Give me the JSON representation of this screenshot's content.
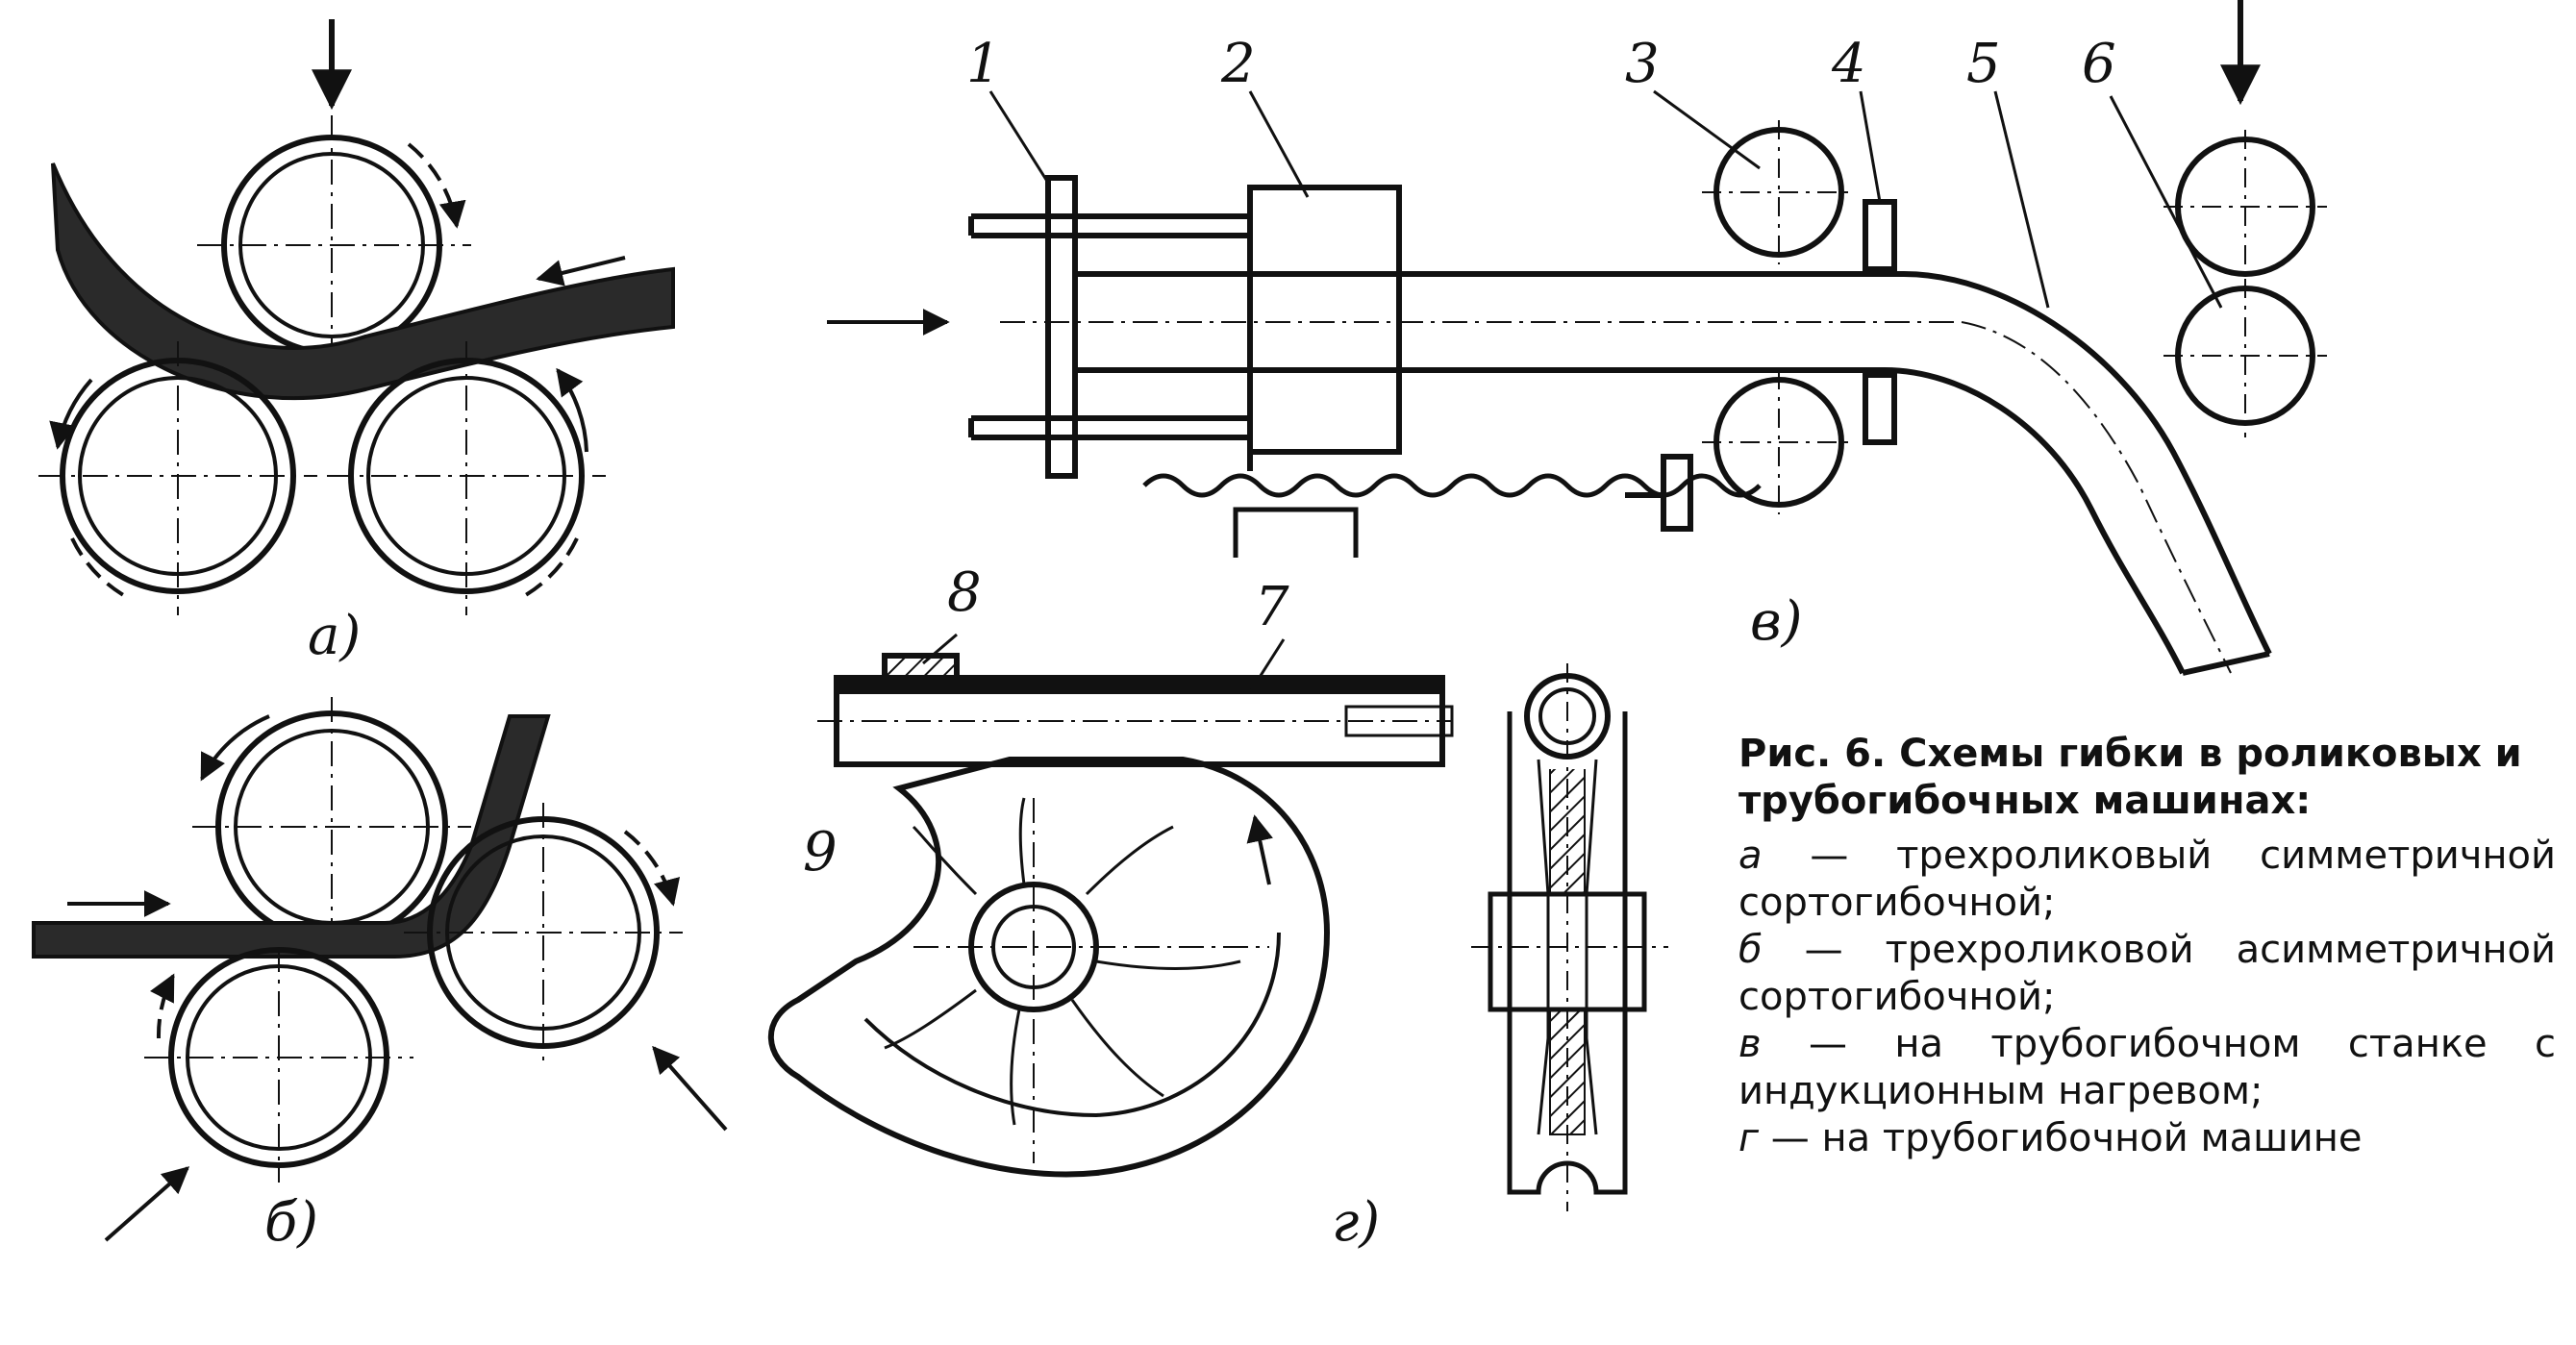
{
  "labels": {
    "part_1": "1",
    "part_2": "2",
    "part_3": "3",
    "part_4": "4",
    "part_5": "5",
    "part_6": "6",
    "part_7": "7",
    "part_8": "8",
    "part_9": "9",
    "sub_a": "a)",
    "sub_b": "б)",
    "sub_v": "в)",
    "sub_g": "г)"
  },
  "caption": {
    "title": "Рис. 6. Схемы гибки в роликовых и трубогибочных машинах:",
    "items": [
      {
        "key": "а",
        "text": " — трехроликовый симметричной сортогибочной;"
      },
      {
        "key": "б",
        "text": " — трехроликовой асимметричной сортогибочной;"
      },
      {
        "key": "в",
        "text": " — на трубогибочном станке с индукционным нагревом;"
      },
      {
        "key": "г",
        "text": " — на трубогибочной машине"
      }
    ]
  }
}
